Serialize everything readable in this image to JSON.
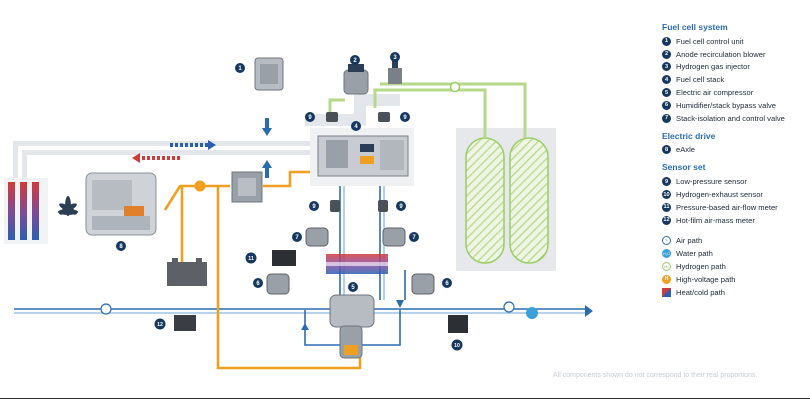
{
  "legend": {
    "fuel_cell_title": "Fuel cell system",
    "fuel_cell_items": [
      {
        "num": "1",
        "label": "Fuel cell control unit"
      },
      {
        "num": "2",
        "label": "Anode recirculation blower"
      },
      {
        "num": "3",
        "label": "Hydrogen gas injector"
      },
      {
        "num": "4",
        "label": "Fuel cell stack"
      },
      {
        "num": "5",
        "label": "Electric air compressor"
      },
      {
        "num": "6",
        "label": "Humidifier/stack bypass valve"
      },
      {
        "num": "7",
        "label": "Stack-isolation and control valve"
      }
    ],
    "drive_title": "Electric drive",
    "drive_items": [
      {
        "num": "8",
        "label": "eAxle"
      }
    ],
    "sensor_title": "Sensor set",
    "sensor_items": [
      {
        "num": "9",
        "label": "Low-pressure sensor"
      },
      {
        "num": "10",
        "label": "Hydrogen-exhaust sensor"
      },
      {
        "num": "11",
        "label": "Pressure-based air-flow meter"
      },
      {
        "num": "12",
        "label": "Hot-film air-mass meter"
      }
    ],
    "paths": [
      {
        "icon": "air-path-icon",
        "symbol": "~",
        "label": "Air path",
        "color": "#2b6cb0"
      },
      {
        "icon": "water-path-icon",
        "symbol": "H₂O",
        "label": "Water path",
        "color": "#3aa0d8"
      },
      {
        "icon": "hydrogen-path-icon",
        "symbol": "H₂",
        "label": "Hydrogen path",
        "color": "#9ccc65"
      },
      {
        "icon": "high-voltage-path-icon",
        "symbol": "H",
        "label": "High-voltage path",
        "color": "#f0a020"
      },
      {
        "icon": "heat-cold-path-icon",
        "symbol": "",
        "label": "Heat/cold path",
        "color": "#c0392b"
      }
    ]
  },
  "diagram": {
    "badges": [
      "1",
      "2",
      "3",
      "4",
      "5",
      "6",
      "6",
      "7",
      "7",
      "8",
      "9",
      "9",
      "9",
      "9",
      "10",
      "11",
      "12"
    ]
  },
  "footnote": "All components shown do not correspond to their real proportions.",
  "colors": {
    "badge": "#16385e",
    "air": "#2b6cb0",
    "hydrogen": "#9ccc65",
    "high_voltage": "#f0a020",
    "heat": "#d23a3a",
    "cold": "#2a5fb0",
    "duct": "#e3e6ea"
  }
}
